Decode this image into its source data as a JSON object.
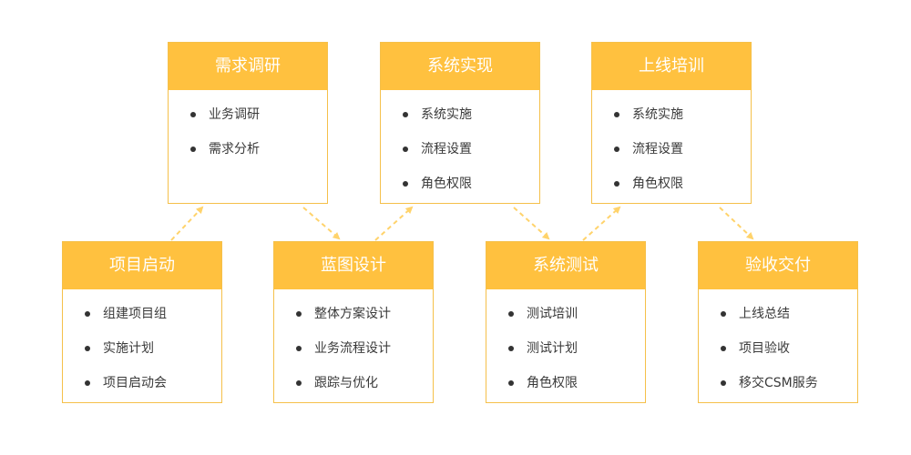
{
  "colors": {
    "header_bg": "#ffc13f",
    "border": "#f5c04a",
    "connector": "#ffd36b",
    "header_text": "#ffffff",
    "item_text": "#3a3a3a",
    "bullet": "#333333"
  },
  "stages": [
    {
      "title": "项目启动",
      "items": [
        "组建项目组",
        "实施计划",
        "项目启动会"
      ]
    },
    {
      "title": "需求调研",
      "items": [
        "业务调研",
        "需求分析"
      ]
    },
    {
      "title": "蓝图设计",
      "items": [
        "整体方案设计",
        "业务流程设计",
        "跟踪与优化"
      ]
    },
    {
      "title": "系统实现",
      "items": [
        "系统实施",
        "流程设置",
        "角色权限"
      ]
    },
    {
      "title": "系统测试",
      "items": [
        "测试培训",
        "测试计划",
        "角色权限"
      ]
    },
    {
      "title": "上线培训",
      "items": [
        "系统实施",
        "流程设置",
        "角色权限"
      ]
    },
    {
      "title": "验收交付",
      "items": [
        "上线总结",
        "项目验收",
        "移交CSM服务"
      ]
    }
  ]
}
